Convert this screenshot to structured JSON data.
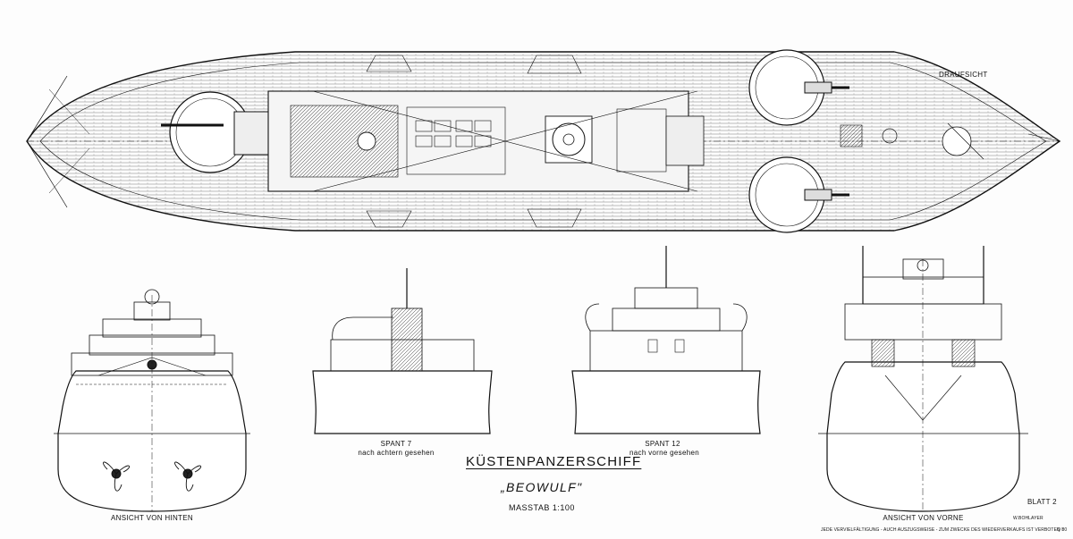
{
  "views": {
    "plan": "DRAUFSICHT",
    "rear": "ANSICHT VON HINTEN",
    "front": "ANSICHT VON VORNE",
    "section7_title": "SPANT 7",
    "section7_sub": "nach achtern gesehen",
    "section12_title": "SPANT 12",
    "section12_sub": "nach vorne gesehen"
  },
  "title": {
    "type": "KÜSTENPANZERSCHIFF",
    "name": "„BEOWULF\"",
    "scale": "MASSTAB 1:100"
  },
  "sheet": {
    "number": "BLATT 2",
    "author": "W.BOHLAYER",
    "copyright": "JEDE VERVIELFÄLTIGUNG - AUCH AUSZUGSWEISE - ZUM ZWECKE DES WIEDERVERKAUFS IST VERBOTEN !",
    "code": "Q 80"
  },
  "colors": {
    "ink": "#111111",
    "paper": "#fdfdfd"
  }
}
